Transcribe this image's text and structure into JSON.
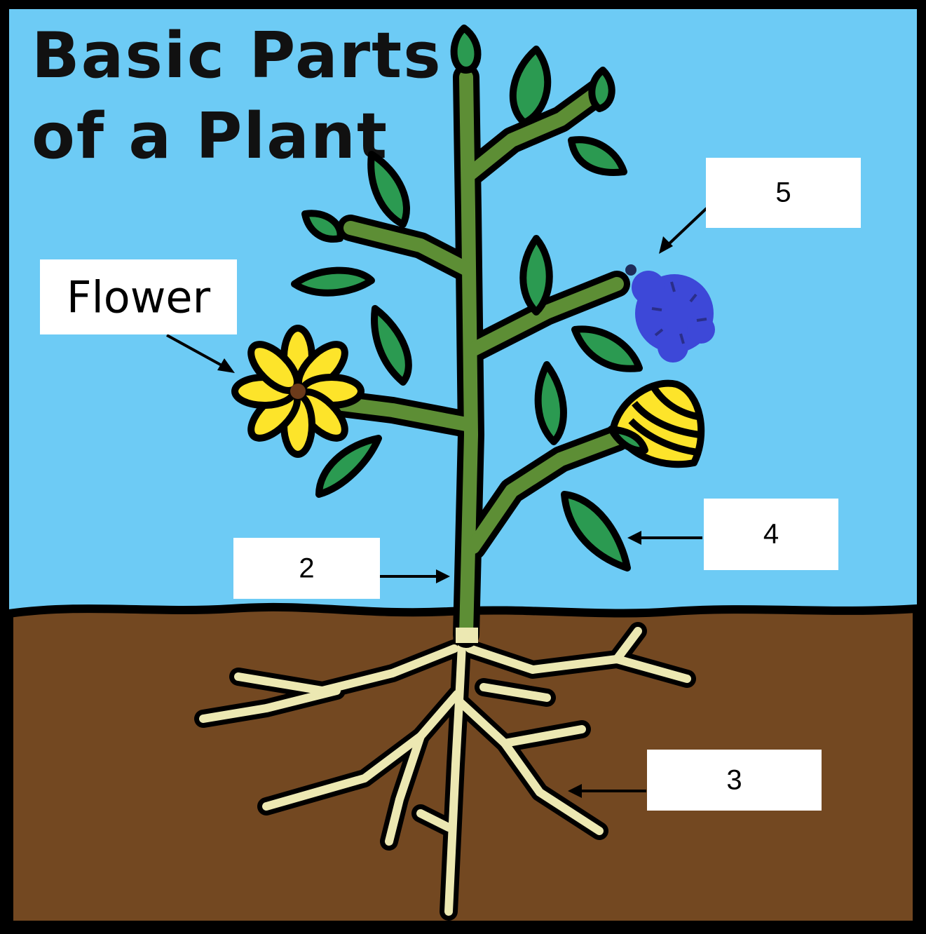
{
  "title": {
    "line1": "Basic Parts",
    "line2": "of a Plant"
  },
  "labels": {
    "flower": "Flower",
    "box5": "5",
    "box4": "4",
    "box2": "2",
    "box3": "3"
  },
  "colors": {
    "sky": "#6dcbf5",
    "soil": "#734821",
    "stem": "#5d8e35",
    "leaf": "#2b9a51",
    "root": "#ece8b2",
    "petal": "#fde42a",
    "blue_flower": "#3d48d8",
    "outline": "#000000"
  }
}
